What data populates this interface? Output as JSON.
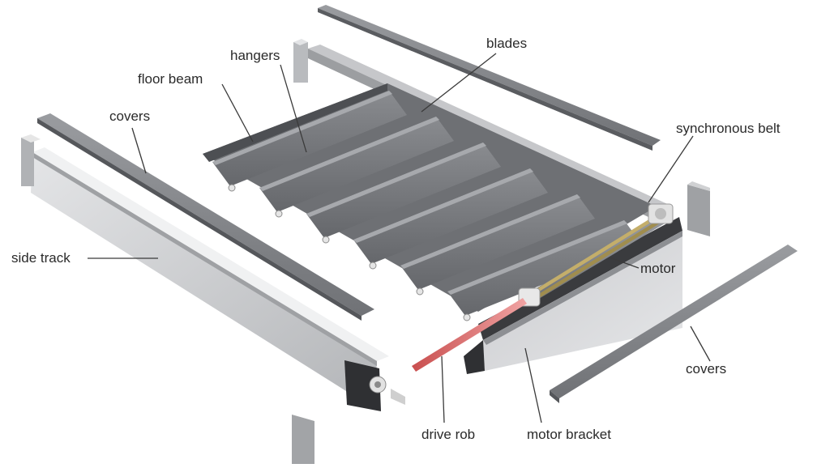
{
  "diagram": {
    "labels": {
      "blades": "blades",
      "hangers": "hangers",
      "floor_beam": "floor beam",
      "covers_left": "covers",
      "synchronous_belt": "synchronous belt",
      "side_track": "side track",
      "motor": "motor",
      "covers_right": "covers",
      "drive_rob": "drive rob",
      "motor_bracket": "motor bracket"
    },
    "colors": {
      "blade_top": "#77797d",
      "blade_face": "#5c5e62",
      "aluminium_light": "#d9dadc",
      "aluminium_mid": "#a9abae",
      "aluminium_dark": "#7d7f83",
      "drive_rod": "#e07878",
      "belt": "#b9a465",
      "leader_line": "#3a3a3a"
    }
  }
}
